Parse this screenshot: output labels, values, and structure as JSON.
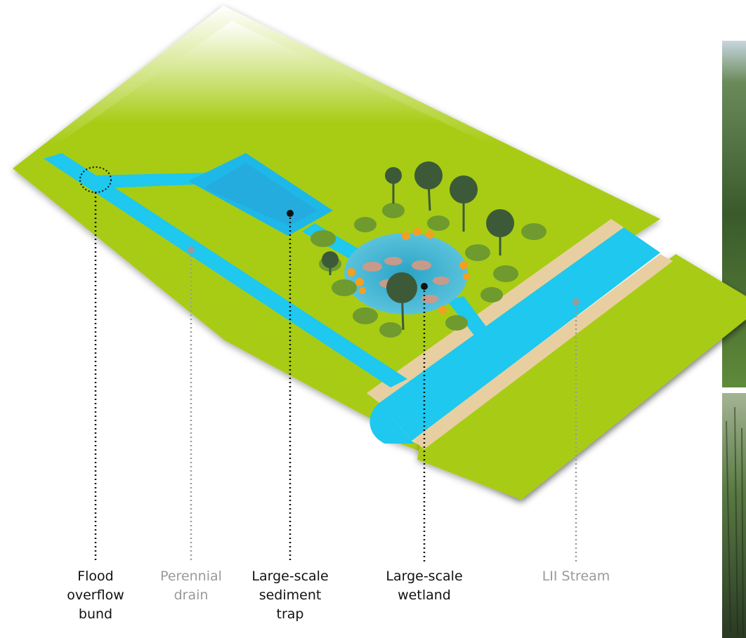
{
  "labels": {
    "flood_bund": "Flood\noverflow\nbund",
    "perennial_drain": "Perennial\ndrain",
    "sediment_trap": "Large-scale\nsediment\ntrap",
    "wetland": "Large-scale\nwetland",
    "stream": "LII Stream"
  },
  "colors": {
    "grass": "#a8cc14",
    "grass_light": "#c2dc2c",
    "water": "#1ec8ee",
    "pond_dark": "#2ea8cc",
    "bank": "#e8cfa2",
    "tree": "#3c5a38",
    "shrub": "#6e9a2e",
    "flower": "#f2a022",
    "rock": "#c89a8a",
    "leader_dark": "#111111",
    "leader_grey": "#9a9a9a"
  }
}
